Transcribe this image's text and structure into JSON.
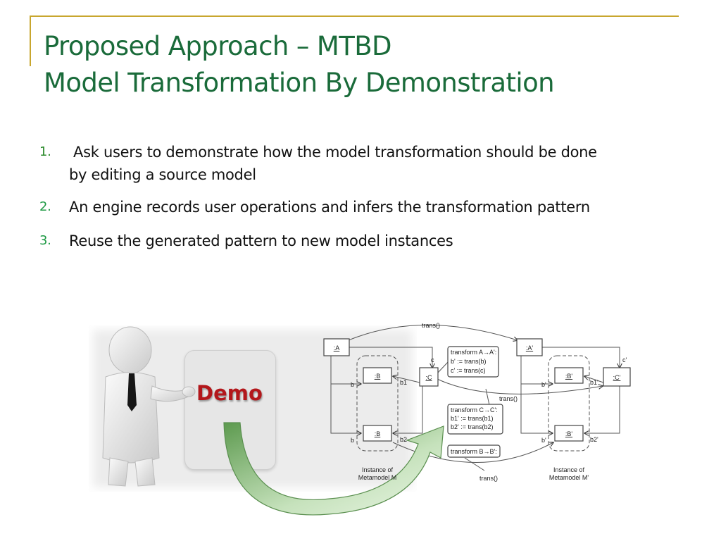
{
  "slide": {
    "title_line1": "Proposed Approach – MTBD",
    "title_line2": "Model Transformation By Demonstration",
    "items": [
      {
        "num": "1.",
        "text_line1": "Ask users to demonstrate how the model transformation should be done",
        "text_line2": "by editing a source model"
      },
      {
        "num": "2.",
        "text": "An engine records user operations and infers the transformation pattern"
      },
      {
        "num": "3.",
        "text": "Reuse the generated pattern to new model instances"
      }
    ],
    "accent_color": "#1a6b3a",
    "frame_color": "#c8a62e"
  },
  "illustration": {
    "demo_label": "Demo",
    "demo_color": "#b3171b"
  },
  "diagram": {
    "source": {
      "node_a": ":A",
      "node_b1": ":B",
      "node_b2": ":B",
      "node_c": ":C",
      "edge_b_top": "b",
      "edge_b_bottom": "b",
      "edge_b1": "b1",
      "edge_b2": "b2",
      "edge_c": "c",
      "caption_line1": "Instance of",
      "caption_line2": "Metamodel M"
    },
    "target": {
      "node_a": ":A'",
      "node_b1": ":B'",
      "node_b2": ":B'",
      "node_c": ":C'",
      "edge_b_top": "b'",
      "edge_b_bottom": "b'",
      "edge_b1": "b1'",
      "edge_b2": "b2'",
      "edge_c": "c'",
      "caption_line1": "Instance of",
      "caption_line2": "Metamodel M'"
    },
    "trans_labels": [
      "trans()",
      "trans()",
      "trans()"
    ],
    "notes": [
      {
        "lines": [
          "transform A→A':",
          "b' := trans(b)",
          "c' := trans(c)"
        ]
      },
      {
        "lines": [
          "transform C→C':",
          "b1' := trans(b1)",
          "b2' := trans(b2)"
        ]
      },
      {
        "lines": [
          "transform B→B':"
        ]
      }
    ]
  }
}
